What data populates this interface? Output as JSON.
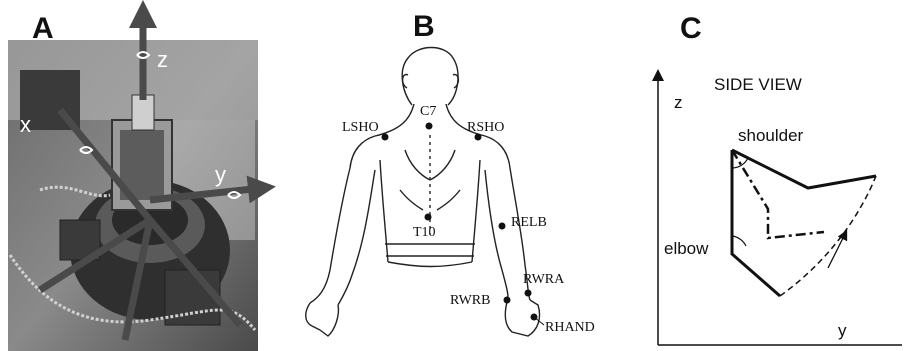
{
  "panels": {
    "a": {
      "label": "A",
      "axes": {
        "x": "x",
        "y": "y",
        "z": "z"
      }
    },
    "b": {
      "label": "B",
      "markers": {
        "c7": "C7",
        "lsho": "LSHO",
        "rsho": "RSHO",
        "t10": "T10",
        "relb": "RELB",
        "rwra": "RWRA",
        "rwrb": "RWRB",
        "rhand": "RHAND"
      }
    },
    "c": {
      "label": "C",
      "title": "SIDE VIEW",
      "axis_z": "z",
      "axis_y": "y",
      "shoulder": "shoulder",
      "elbow": "elbow"
    }
  }
}
